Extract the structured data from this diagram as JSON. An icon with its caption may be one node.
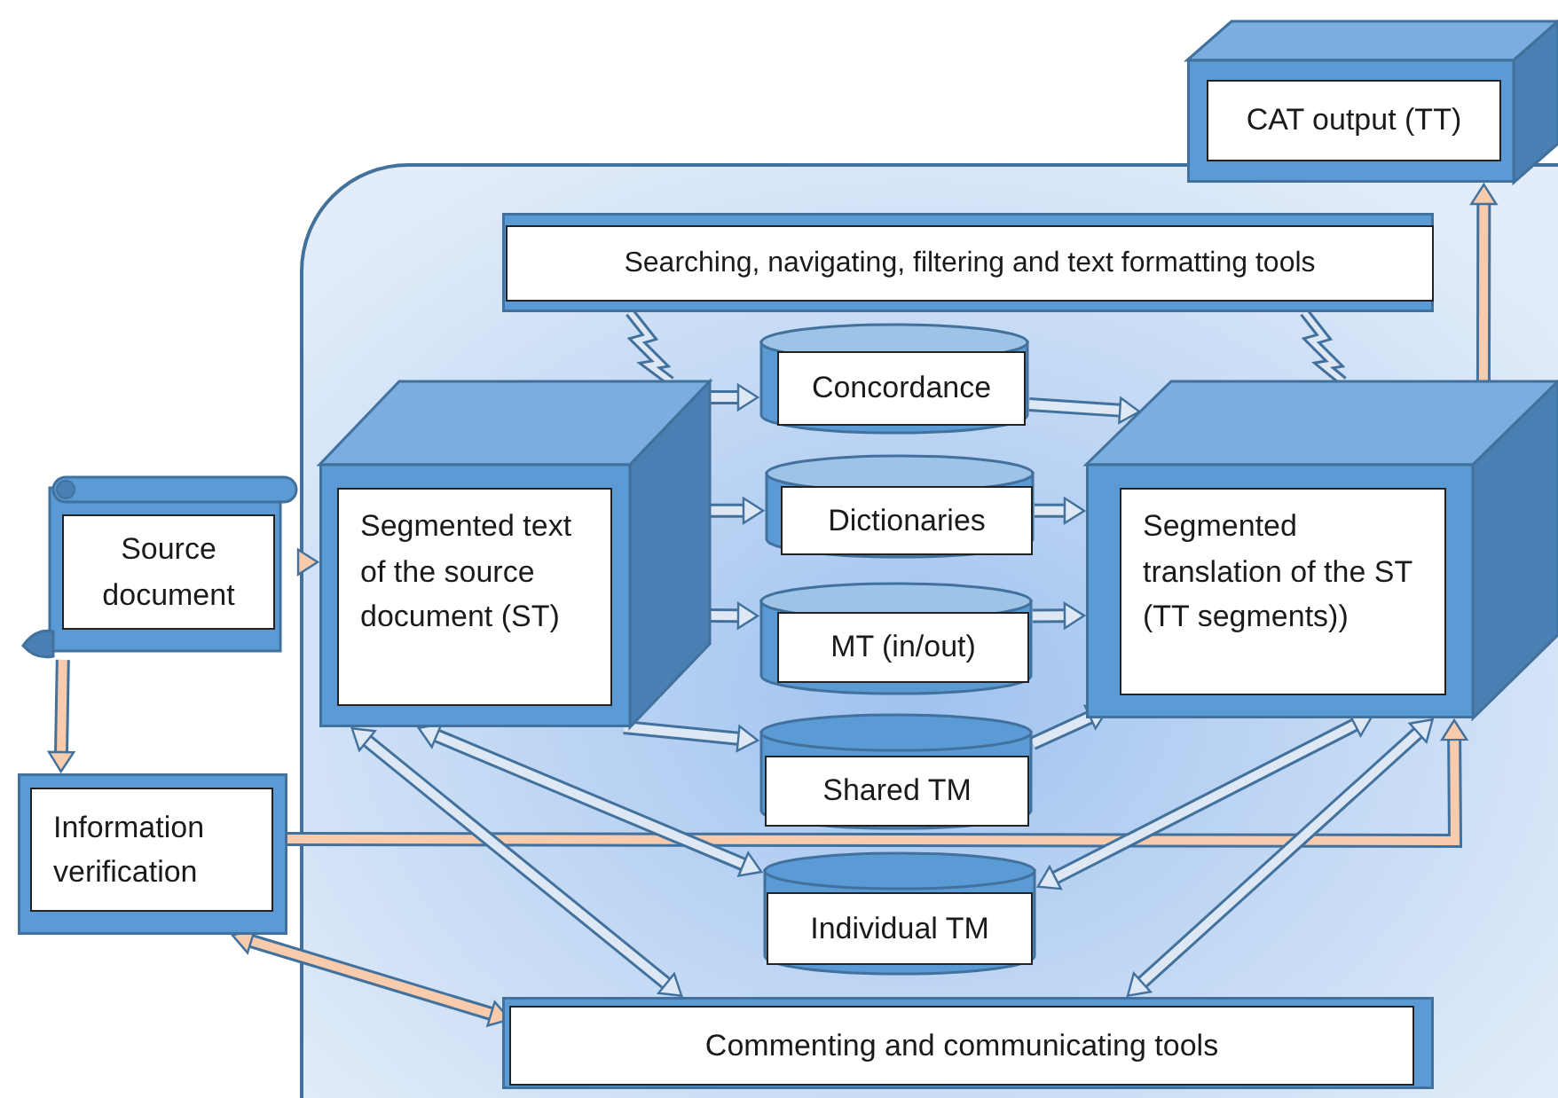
{
  "diagram": {
    "nodes": [
      {
        "text": [
          "Source document"
        ]
      },
      {
        "text": [
          "Segmented text of the source document (ST)"
        ]
      },
      {
        "text": [
          "Concordance"
        ]
      },
      {
        "text": [
          "Dictionaries"
        ]
      },
      {
        "text": [
          "MT (in/out)"
        ]
      },
      {
        "text": [
          "Shared TM"
        ]
      },
      {
        "text": [
          "Individual TM"
        ]
      },
      {
        "text": [
          "Segmented translation of the ST (TT segments))"
        ]
      },
      {
        "text": [
          "CAT output (TT)"
        ]
      },
      {
        "text": [
          "Searching, navigating, filtering and text formatting tools"
        ]
      },
      {
        "text": [
          "Information verification"
        ]
      },
      {
        "text": [
          "Commenting and communicating tools"
        ]
      }
    ],
    "edges": [
      {
        "from": 0,
        "to": 1,
        "arrow": "to",
        "color": "#f8cbad"
      },
      {
        "from": 0,
        "to": 10,
        "arrow": "to",
        "color": "#f8cbad"
      },
      {
        "from": 10,
        "to": 7,
        "arrow": "to",
        "color": "#f8cbad"
      },
      {
        "from": 10,
        "to": 11,
        "arrow": "both",
        "color": "#f8cbad"
      },
      {
        "from": 9,
        "to": 1,
        "arrow": "none"
      },
      {
        "from": 9,
        "to": 7,
        "arrow": "none"
      },
      {
        "from": 7,
        "to": 8,
        "arrow": "to",
        "color": "#f8cbad"
      },
      {
        "from": 1,
        "to": 2,
        "arrow": "to"
      },
      {
        "from": 1,
        "to": 3,
        "arrow": "to"
      },
      {
        "from": 1,
        "to": 4,
        "arrow": "to"
      },
      {
        "from": 2,
        "to": 7,
        "arrow": "to"
      },
      {
        "from": 3,
        "to": 7,
        "arrow": "to"
      },
      {
        "from": 4,
        "to": 7,
        "arrow": "to"
      },
      {
        "from": 1,
        "to": 5,
        "arrow": "to"
      },
      {
        "from": 5,
        "to": 7,
        "arrow": "to"
      },
      {
        "from": 1,
        "to": 6,
        "arrow": "both"
      },
      {
        "from": 6,
        "to": 7,
        "arrow": "both"
      },
      {
        "from": 1,
        "to": 11,
        "arrow": "both"
      },
      {
        "from": 7,
        "to": 11,
        "arrow": "both"
      }
    ]
  }
}
